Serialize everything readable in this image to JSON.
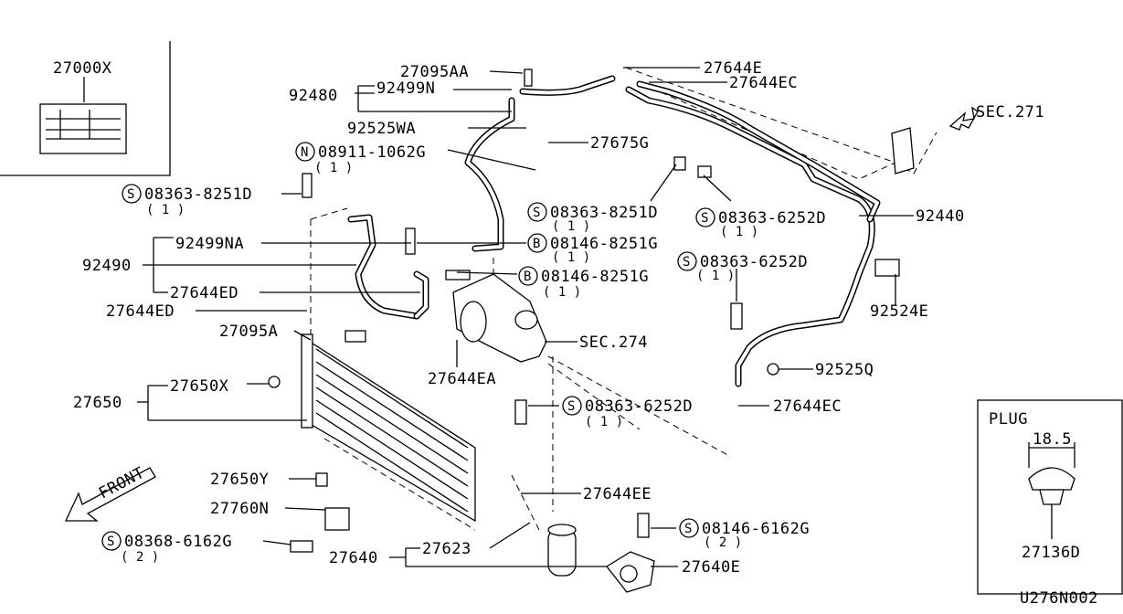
{
  "diagram_id": "U276N002",
  "kit_box": {
    "label": "27000X"
  },
  "plug_box": {
    "title": "PLUG",
    "dimension": "18.5",
    "part": "27136D"
  },
  "front_label": "FRONT",
  "sec_labels": {
    "sec271": "SEC.271",
    "sec274": "SEC.274"
  },
  "qty": {
    "q1": "( 1 )",
    "q2": "( 2 )"
  },
  "prefix": {
    "S": "S",
    "N": "N",
    "B": "B"
  },
  "parts": {
    "p27095AA": "27095AA",
    "p27644E": "27644E",
    "p27644EC_top": "27644EC",
    "p92480": "92480",
    "p92499N": "92499N",
    "p92525WA": "92525WA",
    "p27675G": "27675G",
    "p08911": "08911-1062G",
    "p08363_8251D_a": "08363-8251D",
    "p08363_8251D_b": "08363-8251D",
    "p08363_6252D_a": "08363-6252D",
    "p92440": "92440",
    "p92499NA": "92499NA",
    "p08146_8251G_a": "08146-8251G",
    "p92490": "92490",
    "p08146_8251G_b": "08146-8251G",
    "p08363_6252D_b": "08363-6252D",
    "p27644ED_a": "27644ED",
    "p27644ED_b": "27644ED",
    "p92524E": "92524E",
    "p27095A": "27095A",
    "p27644EA": "27644EA",
    "p92525Q": "92525Q",
    "p27650X": "27650X",
    "p27650": "27650",
    "p08363_6252D_c": "08363-6252D",
    "p27644EC_bottom": "27644EC",
    "p27650Y": "27650Y",
    "p27644EE": "27644EE",
    "p27760N": "27760N",
    "p08146_6162G": "08146-6162G",
    "p08368_6162G": "08368-6162G",
    "p27623": "27623",
    "p27640": "27640",
    "p27640E": "27640E"
  }
}
